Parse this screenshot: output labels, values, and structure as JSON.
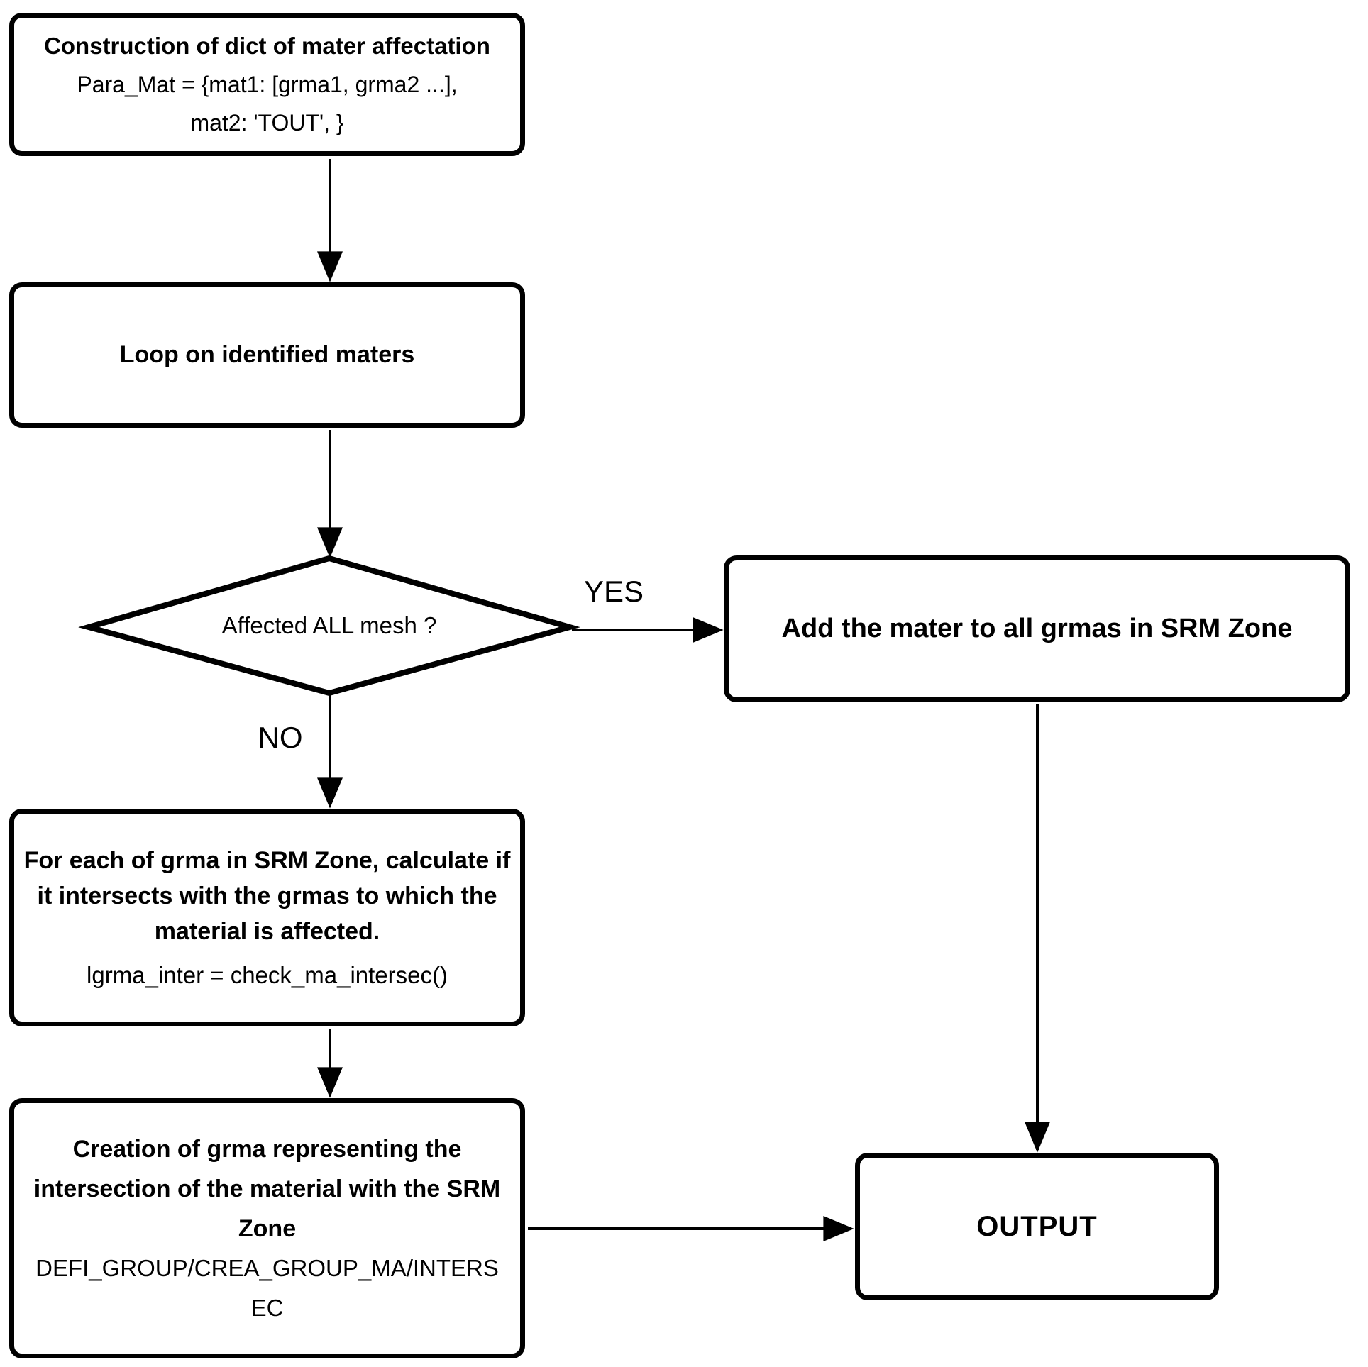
{
  "diagram": {
    "nodes": {
      "construction": {
        "title": "Construction of dict of mater affectation",
        "code_line1": "Para_Mat = {mat1: [grma1, grma2 ...],",
        "code_line2": "mat2: 'TOUT', }"
      },
      "loop": {
        "title": "Loop on identified maters"
      },
      "decision": {
        "question": "Affected ALL mesh ?"
      },
      "add_mater": {
        "title": "Add the mater to all grmas in SRM Zone"
      },
      "intersect": {
        "title": "For each of grma in SRM Zone, calculate if it intersects with the grmas to which the material is affected.",
        "code": "lgrma_inter = check_ma_intersec()"
      },
      "creation": {
        "title": "Creation of grma representing the intersection of the material with the SRM Zone",
        "code": "DEFI_GROUP/CREA_GROUP_MA/INTERSEC"
      },
      "output": {
        "title": "OUTPUT"
      }
    },
    "edges": {
      "yes_label": "YES",
      "no_label": "NO"
    },
    "colors": {
      "stroke": "#000000",
      "text": "#000000",
      "background": "#ffffff"
    }
  }
}
